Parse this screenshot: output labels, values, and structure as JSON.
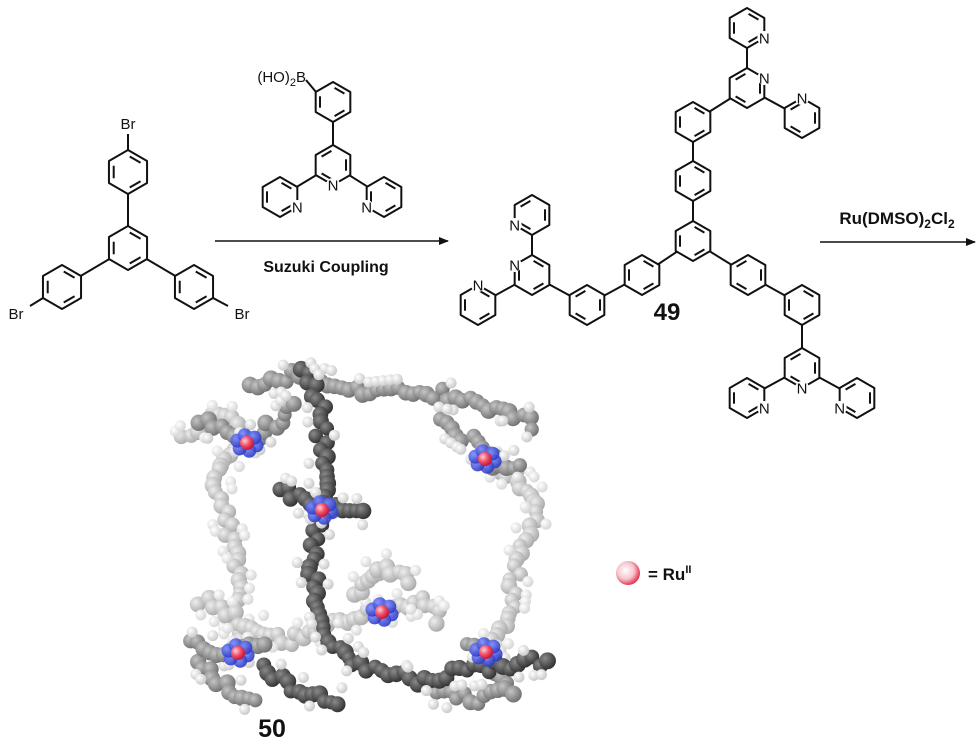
{
  "starting_material": {
    "halogen": "Br"
  },
  "reagent": {
    "prefix": "(HO)",
    "sub": "2",
    "suffix": "B",
    "nitrogen": "N"
  },
  "step1": {
    "label": "Suzuki Coupling"
  },
  "compound49": {
    "label": "49",
    "nitrogen": "N"
  },
  "step2": {
    "ru": "Ru(DMSO)",
    "sub1": "2",
    "cl": "Cl",
    "sub2": "2"
  },
  "compound50": {
    "label": "50"
  },
  "legend": {
    "text": "= Ru",
    "superscript": "II"
  },
  "colors": {
    "ruthenium": "#e8304a",
    "nitrogen": "#3c4fe0",
    "carbon_dark": "#555555",
    "carbon_light": "#c8c8c8",
    "hydrogen": "#ffffff"
  }
}
